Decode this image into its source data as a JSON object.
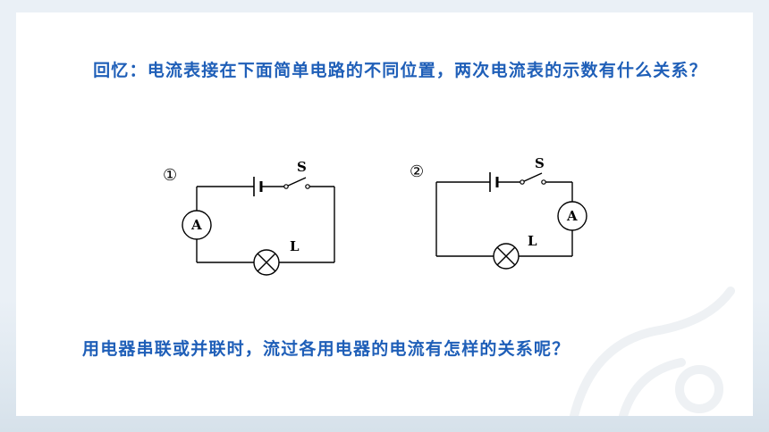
{
  "question_intro": "回忆：电流表接在下面简单电路的不同位置，两次电流表的示数有什么关系？",
  "question_main": "用电器串联或并联时，流过各用电器的电流有怎样的关系呢？",
  "circuit_1": {
    "number": "①",
    "switch_label": "S",
    "ammeter_label": "A",
    "lamp_label": "L"
  },
  "circuit_2": {
    "number": "②",
    "switch_label": "S",
    "ammeter_label": "A",
    "lamp_label": "L"
  }
}
